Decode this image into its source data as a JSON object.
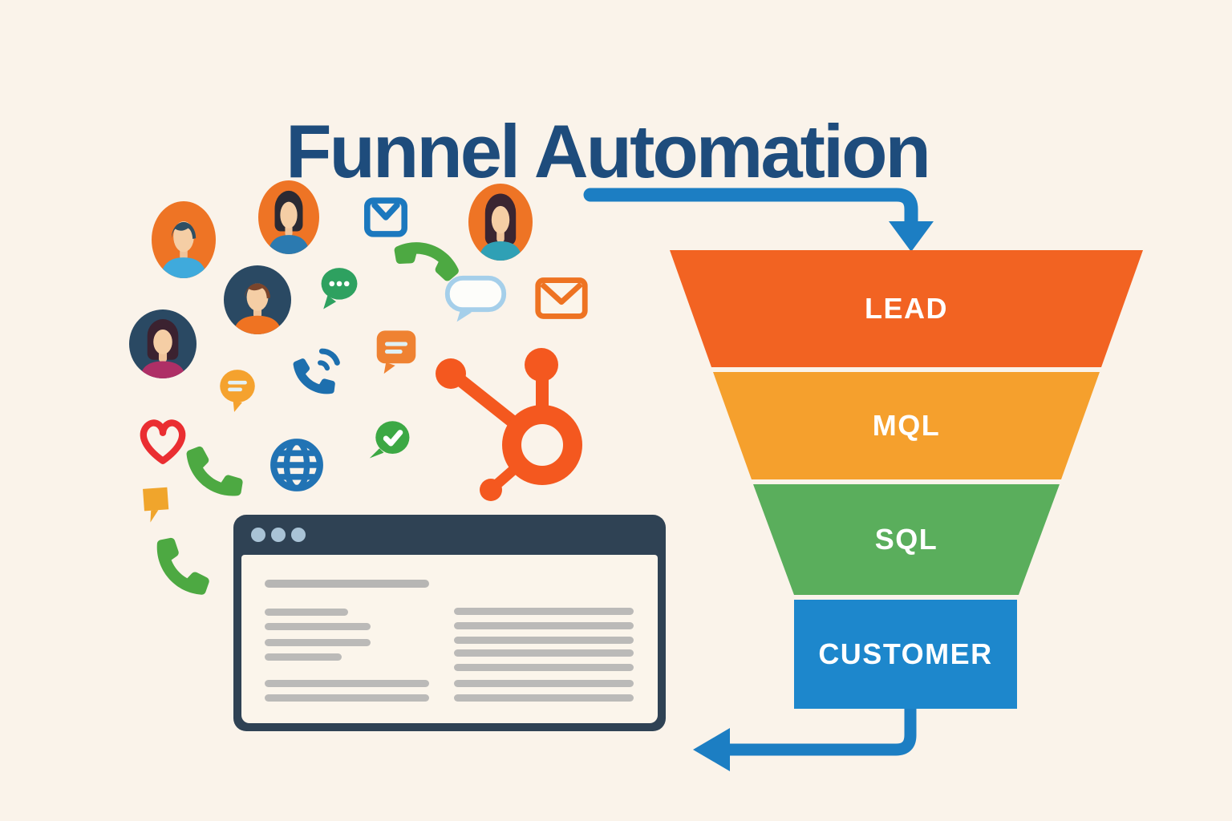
{
  "title": "Funnel Automation",
  "funnel": {
    "stages": [
      {
        "label": "LEAD",
        "color": "#F26322"
      },
      {
        "label": "MQL",
        "color": "#F5A02D"
      },
      {
        "label": "SQL",
        "color": "#5AAE5C"
      },
      {
        "label": "CUSTOMER",
        "color": "#1D87CC"
      }
    ],
    "flow": [
      "inflow-arrow-top",
      "outflow-arrow-bottom"
    ]
  },
  "palette": {
    "background": "#FAF3EA",
    "title_color": "#1E4C7C",
    "arrow_blue": "#1C7EC3",
    "browser_navy": "#2F4254",
    "window_dots": "#A9C3D6",
    "placeholder_gray": "#BBBAB8",
    "hubspot_orange": "#F4581F",
    "avatar_ring_orange": "#EE7425",
    "avatar_ring_navy": "#2A4963"
  },
  "browser_window": {
    "window_dots_count": 3,
    "placeholder_columns": 2
  },
  "icons": [
    "avatar-man-blue-shirt",
    "avatar-woman-bob",
    "avatar-woman-long-hair",
    "avatar-man-orange-shirt",
    "avatar-woman-magenta-shirt",
    "envelope-blue-icon",
    "envelope-orange-icon",
    "chat-dots-bubble-icon",
    "chat-lines-orange-bubble-icon",
    "chat-lines-amber-bubble-icon",
    "chat-check-bubble-icon",
    "cloud-bubble-icon",
    "phone-handset-green-icon",
    "phone-volume-blue-icon",
    "heart-icon",
    "globe-icon",
    "map-pin-amber-icon",
    "hubspot-sprocket-icon",
    "browser-window",
    "funnel"
  ]
}
